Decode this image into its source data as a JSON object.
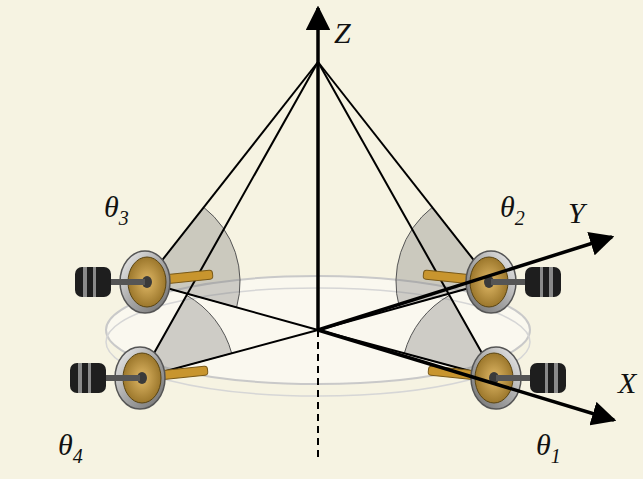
{
  "diagram": {
    "labels": [
      "Z",
      "Y",
      "X",
      "θ3",
      "θ2",
      "θ4",
      "θ1"
    ]
  }
}
